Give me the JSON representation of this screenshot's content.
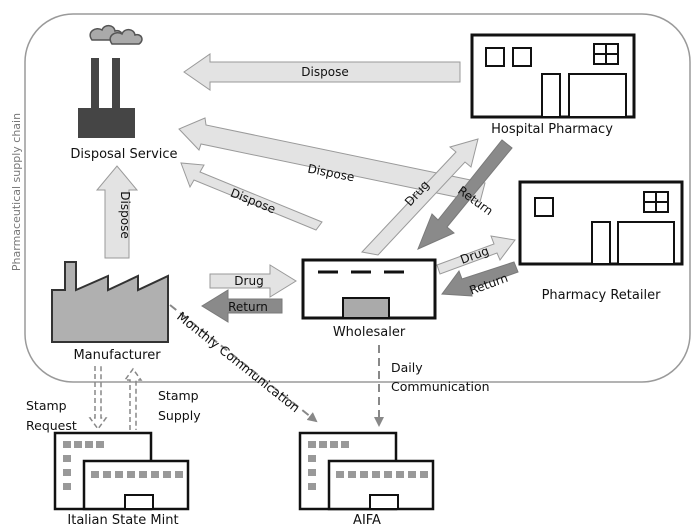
{
  "side_label": "Pharmaceutical supply chain",
  "nodes": {
    "disposal": "Disposal Service",
    "hospital": "Hospital Pharmacy",
    "retailer": "Pharmacy Retailer",
    "wholesaler": "Wholesaler",
    "manufacturer": "Manufacturer",
    "mint": "Italian State Mint",
    "aifa": "AIFA"
  },
  "arrows": {
    "hospital_dispose": "Dispose",
    "retailer_dispose": "Dispose",
    "wholesaler_dispose": "Dispose",
    "manufacturer_dispose": "Dispose",
    "wholesaler_to_hospital": "Drug",
    "hospital_return": "Return",
    "wholesaler_to_retailer": "Drug",
    "retailer_return": "Return",
    "manufacturer_to_wholesaler": "Drug",
    "wholesaler_return": "Return"
  },
  "communications": {
    "monthly": "Monthly Communication",
    "daily_line1": "Daily",
    "daily_line2": "Communication",
    "stamp_request_line1": "Stamp",
    "stamp_request_line2": "Request",
    "stamp_supply_line1": "Stamp",
    "stamp_supply_line2": "Supply"
  }
}
